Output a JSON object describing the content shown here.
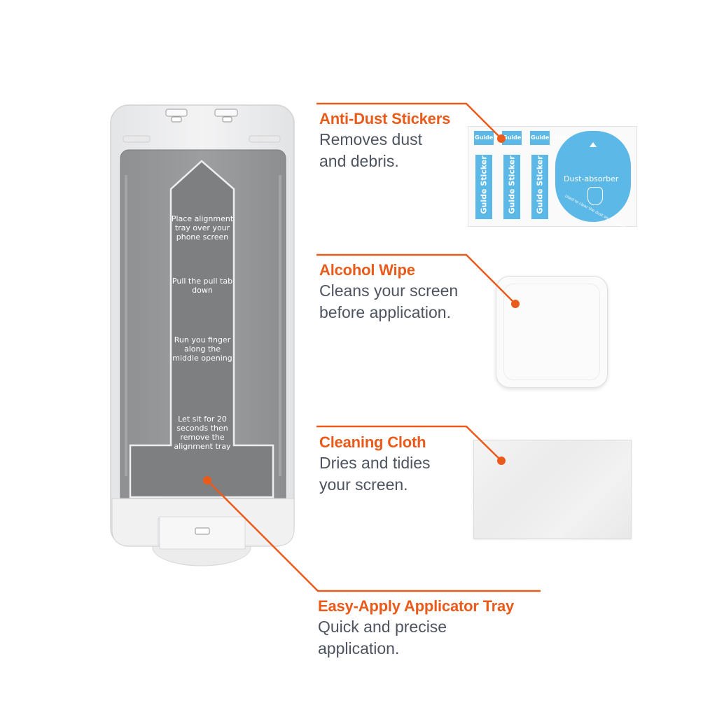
{
  "accent_color": "#ea5a1a",
  "text_color": "#4d5460",
  "tray": {
    "steps": [
      "Place alignment tray over your phone screen",
      "Pull the pull tab down",
      "Run you finger along the middle opening",
      "Let sit for 20 seconds then remove the alignment tray"
    ]
  },
  "callouts": [
    {
      "title": "Anti-Dust Stickers",
      "description": "Removes dust\nand debris."
    },
    {
      "title": "Alcohol Wipe",
      "description": "Cleans your screen\nbefore application."
    },
    {
      "title": "Cleaning Cloth",
      "description": "Dries and tidies\nyour screen."
    },
    {
      "title": "Easy-Apply Applicator Tray",
      "description": "Quick and precise\napplication."
    }
  ],
  "stickers": {
    "small_label": "Guide Sticker",
    "strip_label": "Guide Sticker",
    "absorber_label": "Dust-absorber",
    "absorber_subtext": "Used to clear the dust on the screen."
  }
}
